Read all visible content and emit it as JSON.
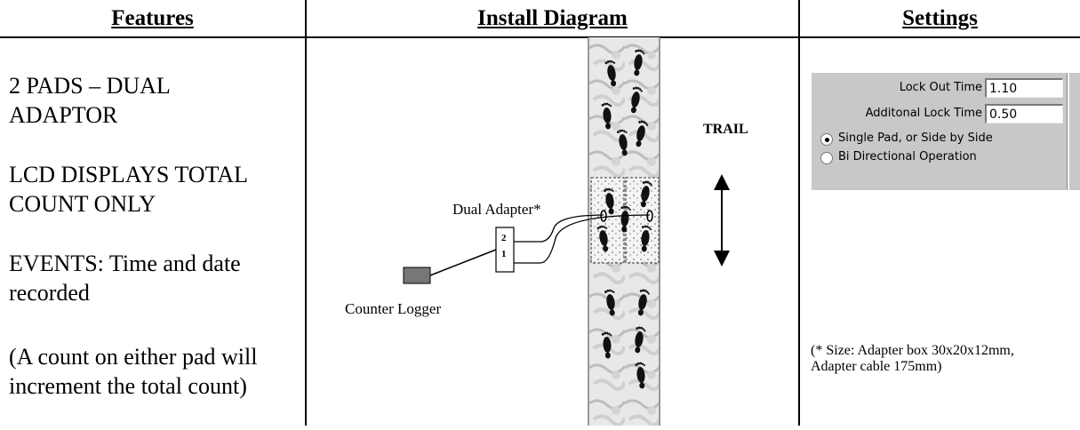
{
  "headers": {
    "features": "Features",
    "install_diagram": "Install Diagram",
    "settings": "Settings"
  },
  "features": [
    "2 PADS – DUAL ADAPTOR",
    "LCD DISPLAYS TOTAL COUNT ONLY",
    "EVENTS: Time and date recorded",
    "(A count on either pad will increment the total count)"
  ],
  "diagram": {
    "trail_label": "TRAIL",
    "adapter_label": "Dual Adapter*",
    "port_2": "2",
    "port_1": "1",
    "counter_label": "Counter Logger"
  },
  "settings": {
    "lock_out_label": "Lock Out Time",
    "lock_out_value": "1.10",
    "additional_label": "Additonal Lock Time",
    "additional_value": "0.50",
    "option_1": "Single Pad, or Side by Side",
    "option_2": "Bi Directional Operation",
    "selected_option": "option_1",
    "note": "(* Size: Adapter box 30x20x12mm, Adapter cable 175mm)"
  }
}
